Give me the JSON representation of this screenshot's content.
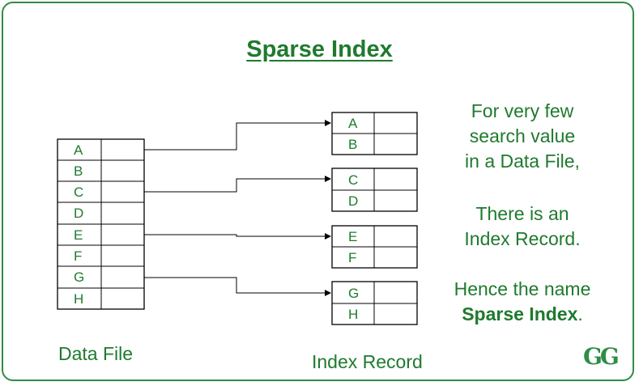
{
  "title": "Sparse Index",
  "data_file": {
    "caption": "Data File",
    "keys": [
      "A",
      "B",
      "C",
      "D",
      "E",
      "F",
      "G",
      "H"
    ]
  },
  "index_record": {
    "caption": "Index Record",
    "blocks": [
      [
        "A",
        "B"
      ],
      [
        "C",
        "D"
      ],
      [
        "E",
        "F"
      ],
      [
        "G",
        "H"
      ]
    ]
  },
  "description": {
    "line1": "For very few",
    "line2": "search value",
    "line3": "in a Data File,",
    "line4": "There is an",
    "line5": "Index Record.",
    "line6": "Hence the name",
    "line7_bold": "Sparse Index",
    "line7_end": "."
  },
  "logo": "GG",
  "colors": {
    "border": "#2f8d46",
    "text": "#1f7a2e"
  }
}
